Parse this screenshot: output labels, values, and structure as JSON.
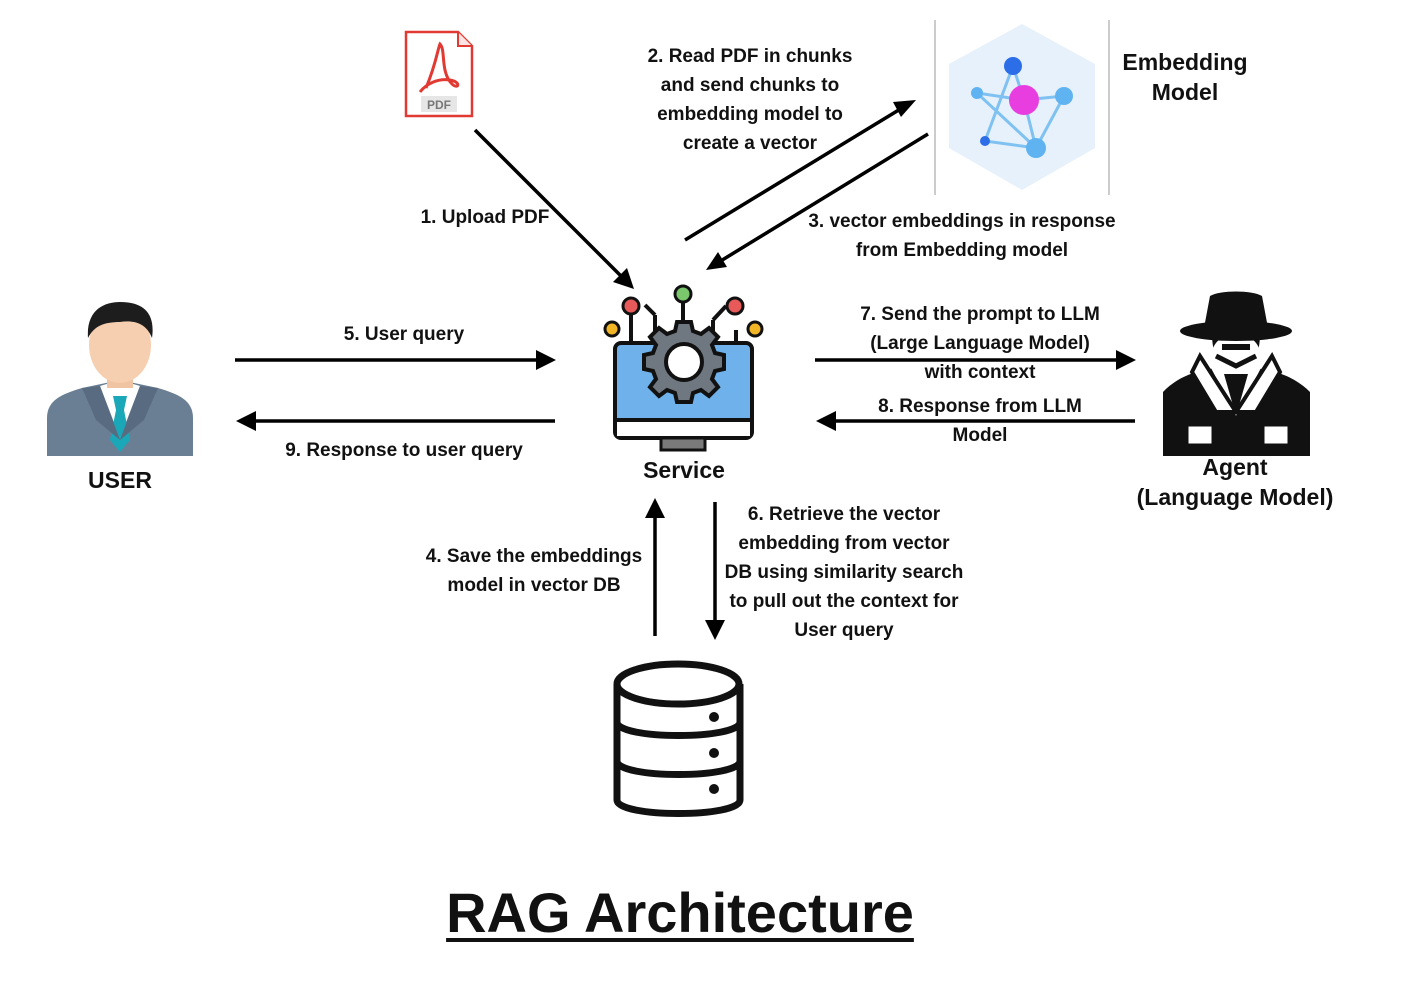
{
  "title": "RAG Architecture",
  "nodes": {
    "user": "USER",
    "service": "Service",
    "embedding": "Embedding\nModel",
    "agent": "Agent\n(Language Model)",
    "pdf_badge": "PDF"
  },
  "steps": {
    "s1": "1. Upload  PDF",
    "s2": "2. Read PDF in chunks\nand send chunks to\nembedding model to\ncreate a vector",
    "s3": "3. vector embeddings in response\nfrom Embedding model",
    "s4": "4. Save the embeddings\nmodel in vector DB",
    "s5": "5. User query",
    "s6": "6. Retrieve the vector\nembedding from vector\nDB using similarity search\nto pull out the context for\nUser query",
    "s7": "7. Send the prompt to LLM\n(Large Language Model)\nwith context",
    "s8": "8. Response from LLM\nModel",
    "s9": "9. Response to user query"
  },
  "colors": {
    "arrow": "#000000",
    "pdf_red": "#e03a33",
    "monitor_blue": "#6fb1ea",
    "embedding_bg": "#e6f1fb",
    "embedding_hub": "#e83ee0",
    "user_suit": "#6b7f94",
    "user_tie": "#1aa7b8"
  },
  "icons": [
    "pdf-icon",
    "embedding-model-icon",
    "user-avatar-icon",
    "service-monitor-gear-icon",
    "agent-detective-icon",
    "database-icon"
  ]
}
